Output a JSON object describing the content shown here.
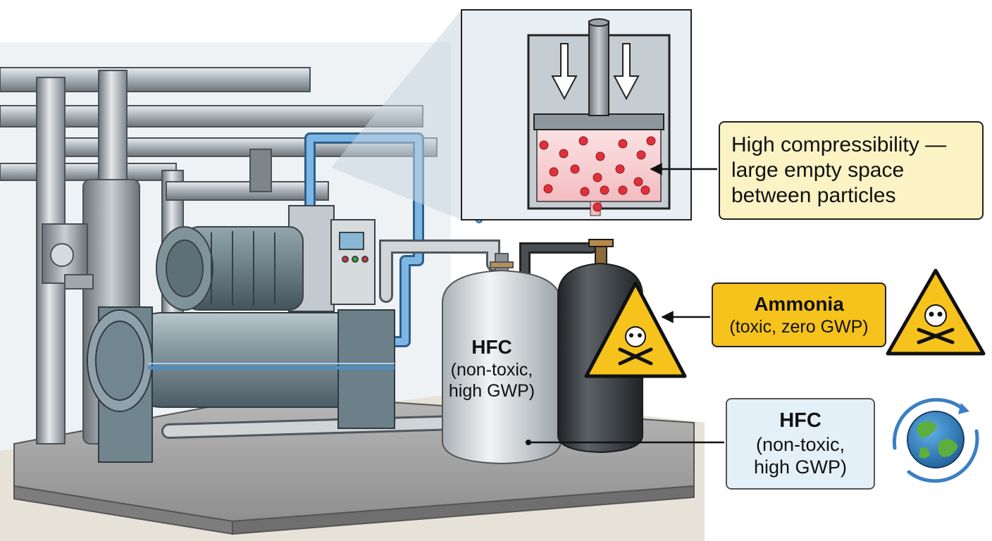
{
  "tank_label": {
    "name": "HFC",
    "line1": "(non-toxic,",
    "line2": "high GWP)"
  },
  "callouts": {
    "compressibility": {
      "line1": "High compressibility —",
      "line2": "large empty space",
      "line3": "between particles"
    },
    "ammonia": {
      "name": "Ammonia",
      "detail": "(toxic, zero GWP)"
    },
    "hfc": {
      "name": "HFC",
      "line1": "(non-toxic,",
      "line2": "high GWP)"
    }
  },
  "icons": {
    "hazard": "toxic-skull-warning-icon",
    "climate": "globe-warming-icon",
    "compression": "piston-compression-icon"
  },
  "colors": {
    "warning_yellow": "#f6c21c",
    "note_yellow": "#fbf3c4",
    "note_blue": "#e4f0f8",
    "gas_particle": "#e0303a",
    "water_pipe": "#5aa0d8",
    "ammonia_cylinder": "#3a3d40",
    "hfc_cylinder": "#dfe3e6"
  }
}
